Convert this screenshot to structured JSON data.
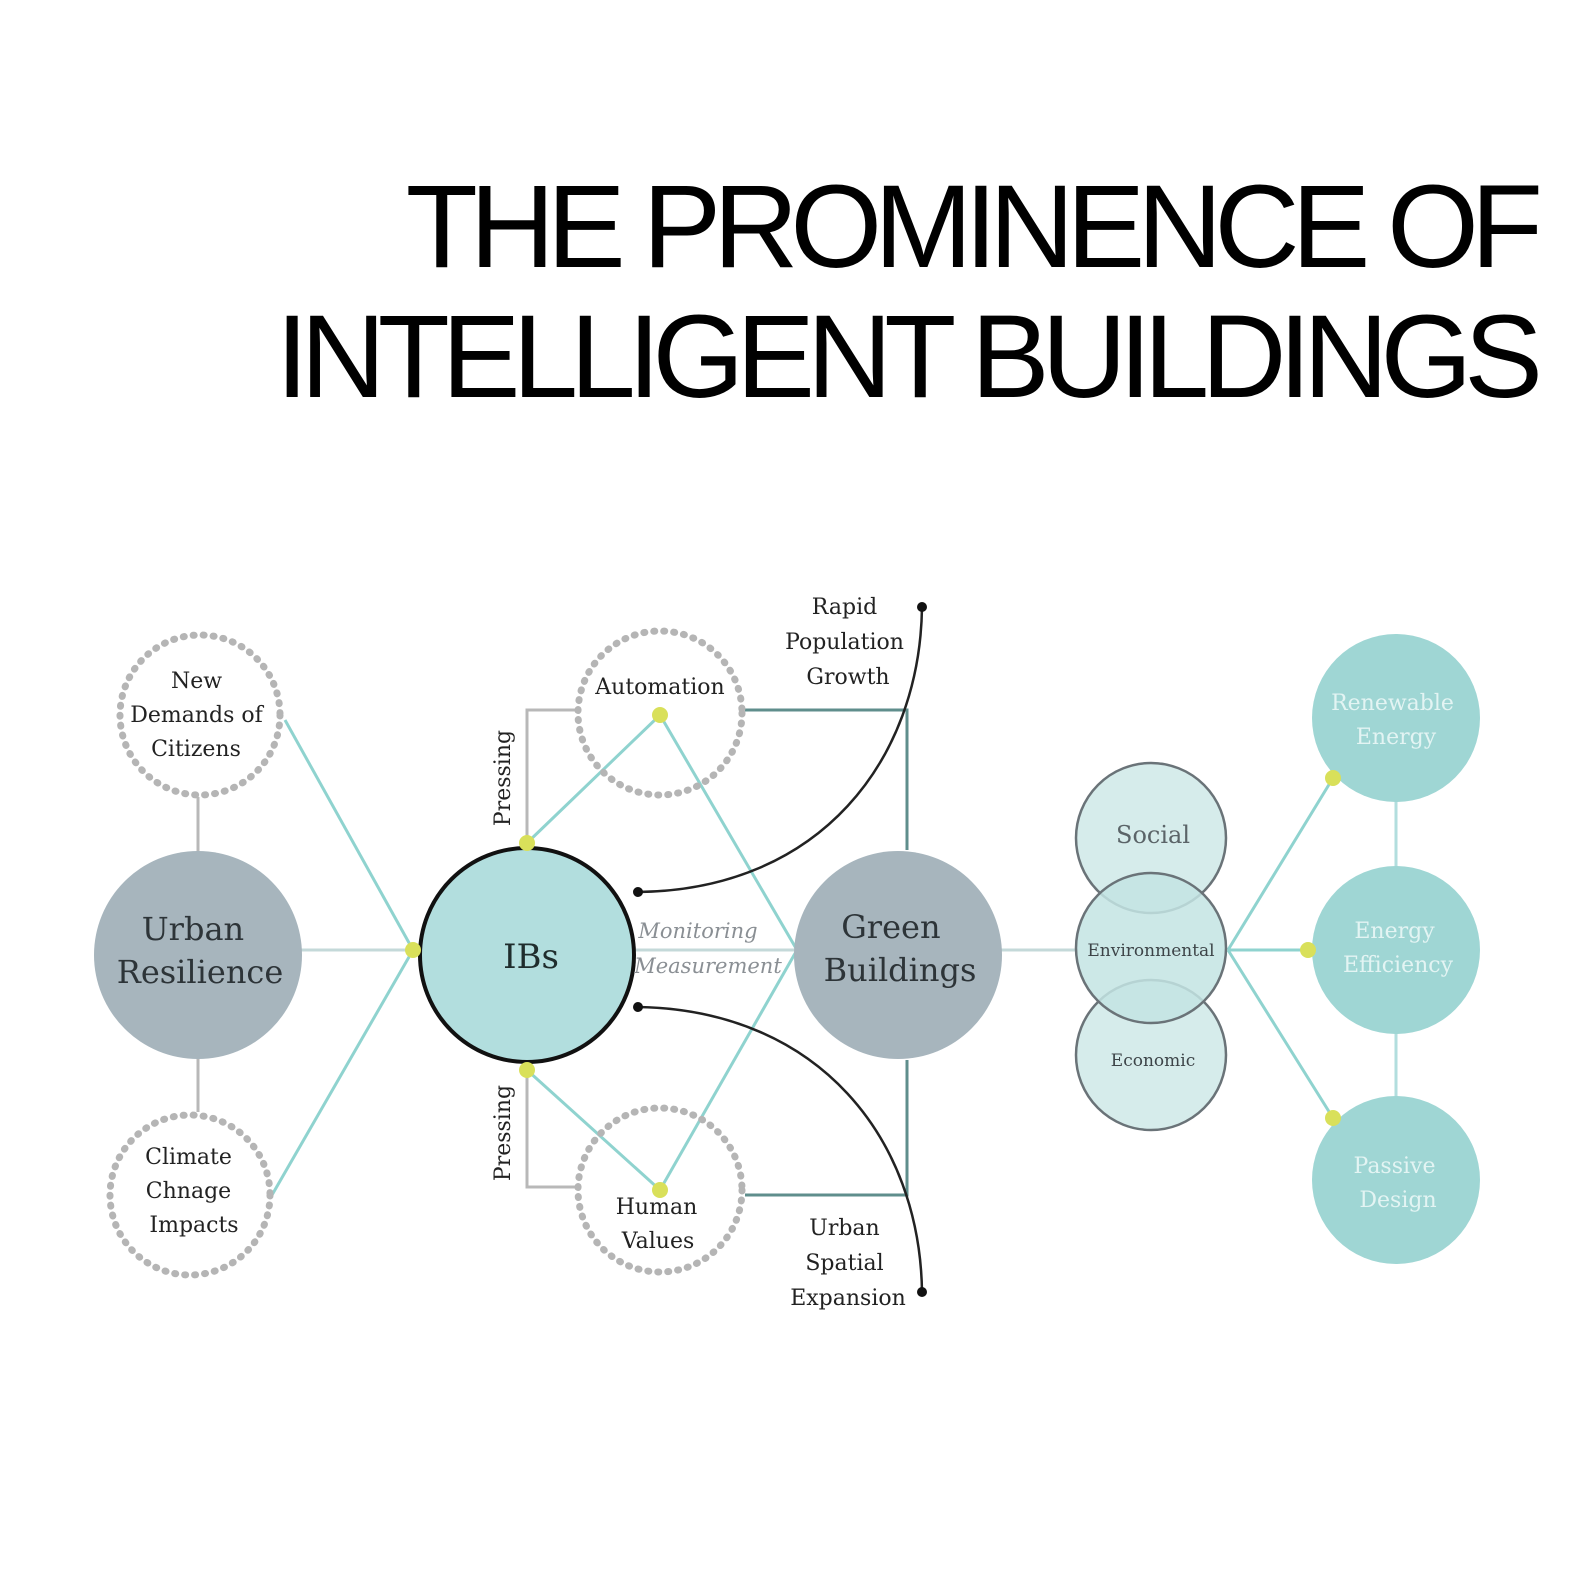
{
  "title": {
    "line1": "THE PROMINENCE OF",
    "line2": "INTELLIGENT BUILDINGS"
  },
  "colors": {
    "teal_line": "#8fd3cf",
    "dark_teal_line": "#5f8e8c",
    "gray_node": "#a7b5bd",
    "teal_node": "#b2dede",
    "light_teal_node": "#9fd6d4",
    "yellow_dot": "#d9e05a",
    "dotted_ring": "#b5b5b5"
  },
  "nodes": {
    "urban_resilience": [
      "Urban",
      "Resilience"
    ],
    "ibs": "IBs",
    "green_buildings": [
      "Green",
      "Buildings"
    ],
    "new_demands": [
      "New",
      "Demands of",
      "Citizens"
    ],
    "climate_change": [
      "Climate",
      "Chnage",
      "Impacts"
    ],
    "automation": "Automation",
    "human_values": [
      "Human",
      "Values"
    ],
    "rapid_population": [
      "Rapid",
      "Population",
      "Growth"
    ],
    "urban_spatial": [
      "Urban",
      "Spatial",
      "Expansion"
    ],
    "social": "Social",
    "environmental": "Environmental",
    "economic": "Economic",
    "renewable_energy": [
      "Renewable",
      "Energy"
    ],
    "energy_efficiency": [
      "Energy",
      "Efficiency"
    ],
    "passive_design": [
      "Passive",
      "Design"
    ]
  },
  "edges": {
    "pressing_top": "Pressing",
    "pressing_bottom": "Pressing",
    "monitoring": "Monitoring",
    "measurement": "Measurement"
  }
}
